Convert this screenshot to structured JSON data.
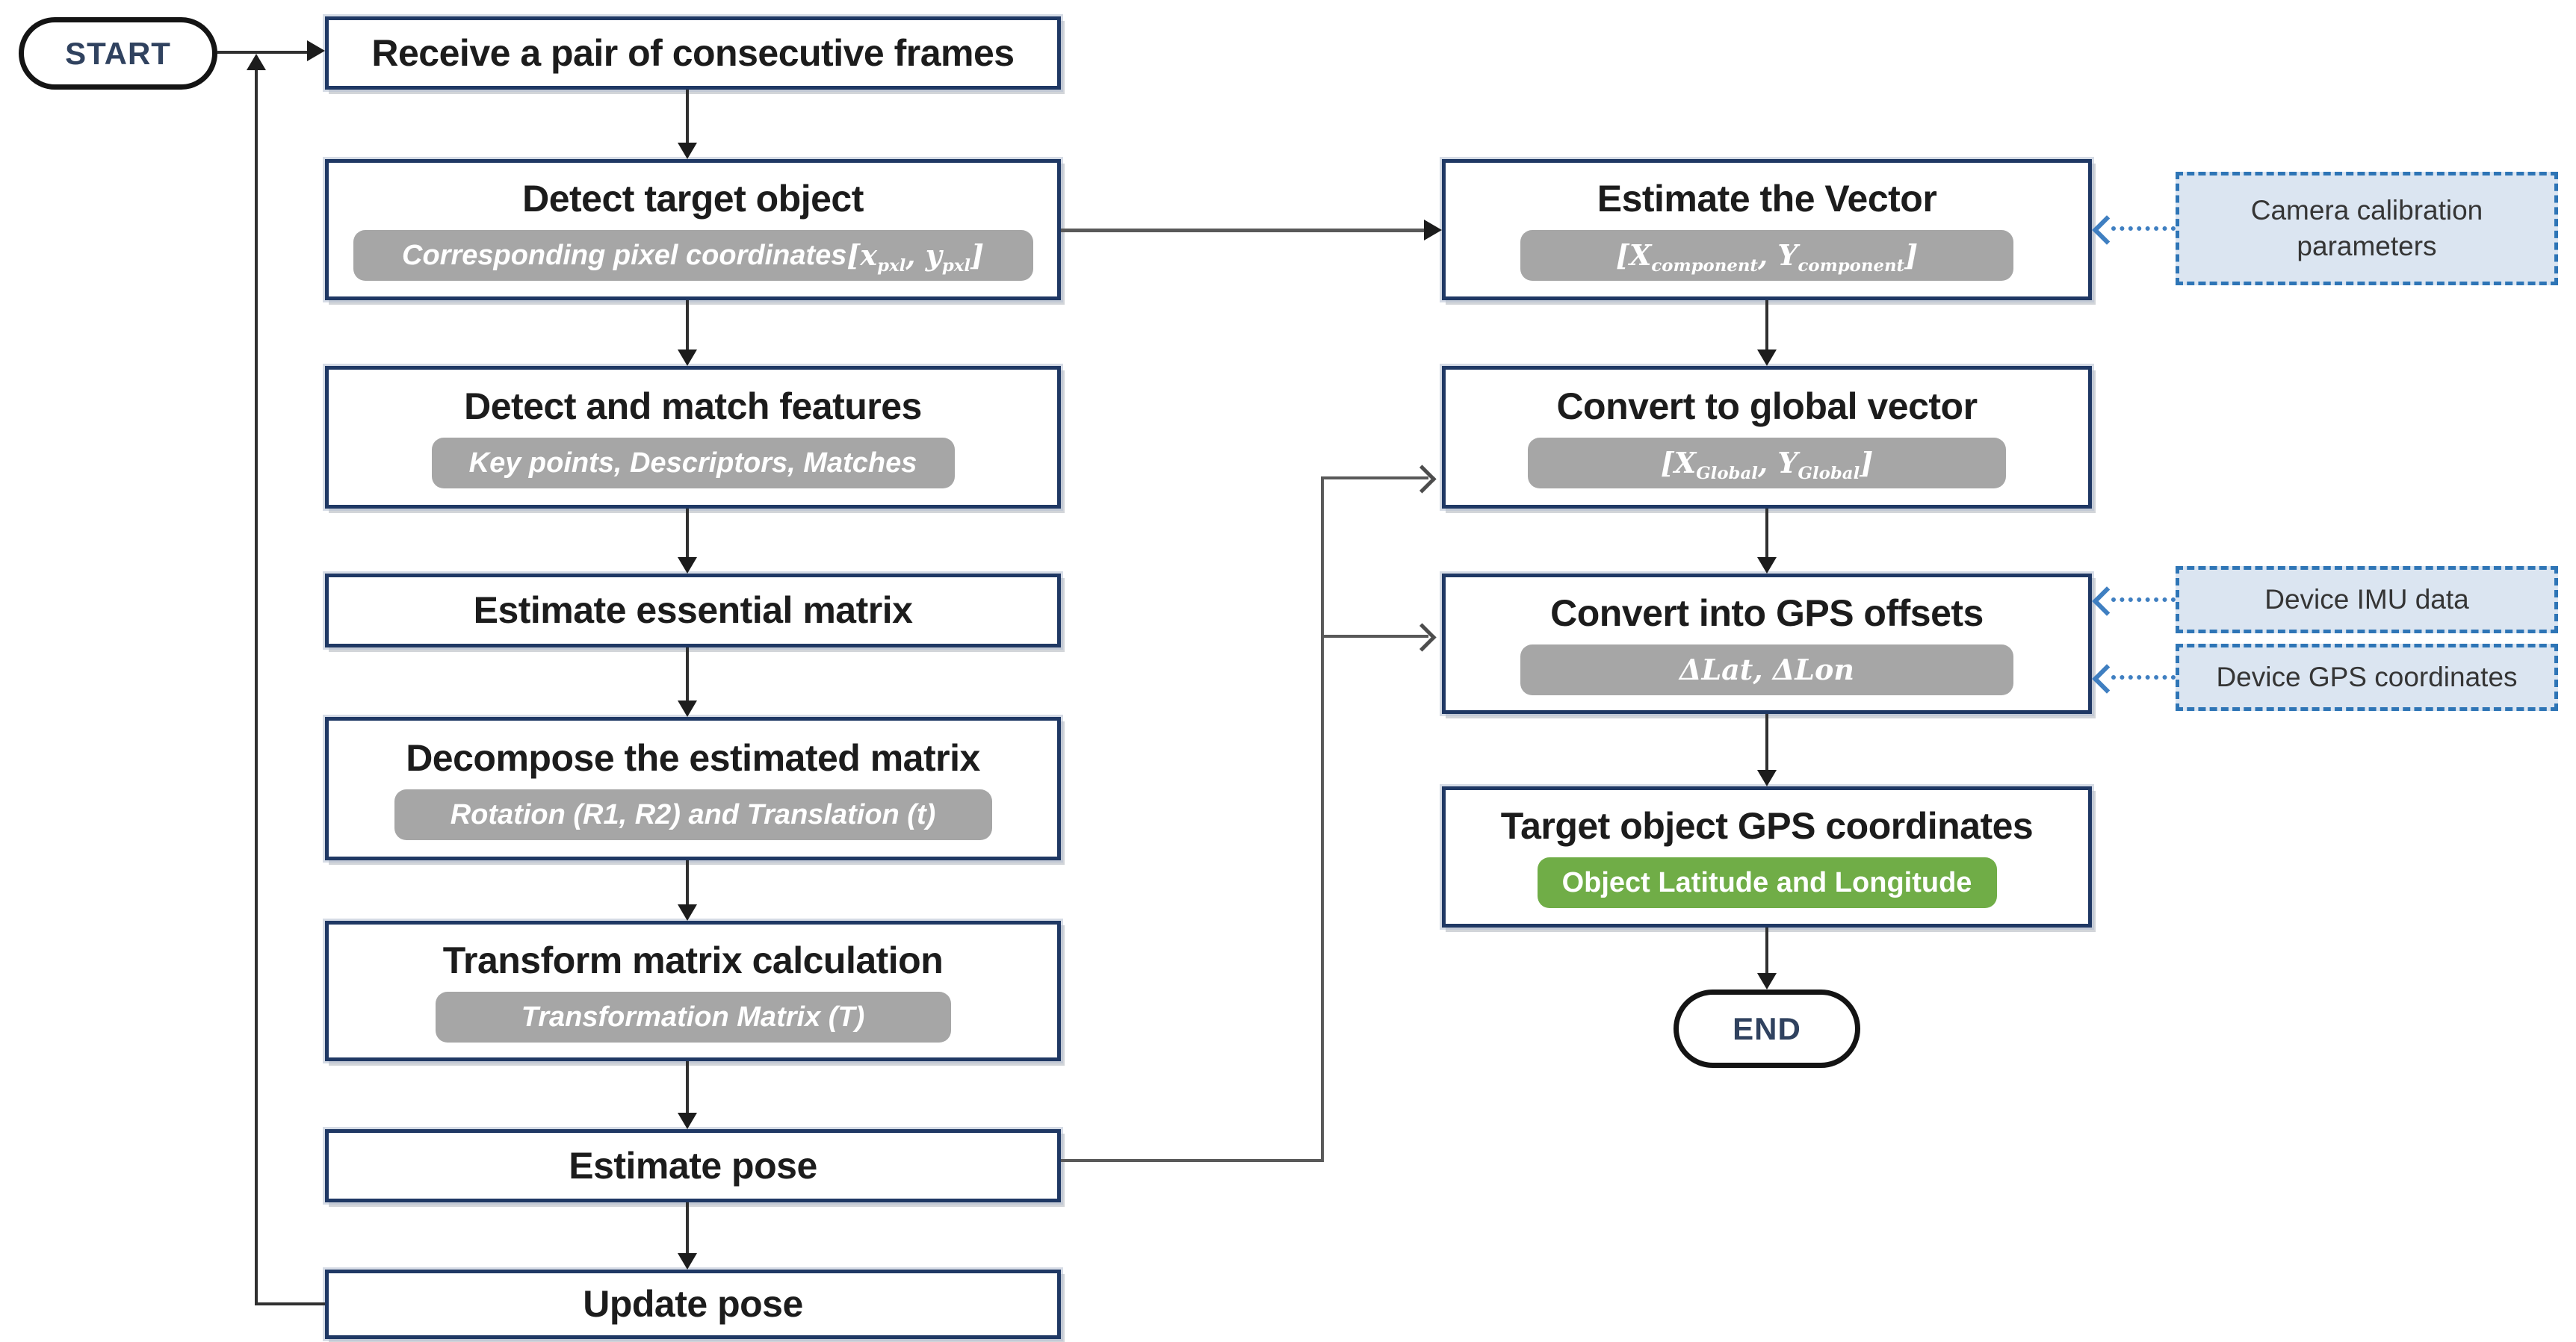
{
  "colors": {
    "node_border": "#1f3864",
    "pill_gray": "#a6a6a6",
    "pill_green": "#70ad47",
    "note_fill": "#dbe5f1",
    "note_border": "#2e75b6",
    "dashed_arrow_blue": "#3f7fc1",
    "connector_dark": "#303030",
    "connector_gray": "#595959",
    "terminal_text": "#30425f"
  },
  "terminals": {
    "start": "START",
    "end": "END"
  },
  "nodes": {
    "receive": {
      "title": "Receive a pair of consecutive frames"
    },
    "detect_target": {
      "title": "Detect target object",
      "pill": "Corresponding pixel coordinates <var>[x<sub>pxl</sub>, y<sub>pxl</sub>]</var>"
    },
    "detect_match": {
      "title": "Detect and match features",
      "pill": "Key points, Descriptors, Matches"
    },
    "essential": {
      "title": "Estimate essential matrix"
    },
    "decompose": {
      "title": "Decompose the estimated matrix",
      "pill": "Rotation (R1, R2) and Translation (t)"
    },
    "transform": {
      "title": "Transform matrix calculation",
      "pill": "Transformation Matrix (T)"
    },
    "estimate_pose": {
      "title": "Estimate pose"
    },
    "update_pose": {
      "title": "Update pose"
    },
    "vector": {
      "title": "Estimate the Vector",
      "pill": "<var>[X<sub>component</sub>, Y<sub>component</sub>]</var>"
    },
    "global_vector": {
      "title": "Convert to global vector",
      "pill": "<var>[X<sub>Global</sub>, Y<sub>Global</sub>]</var>"
    },
    "gps_offsets": {
      "title": "Convert into GPS offsets",
      "pill": "<var>&Delta;Lat, &Delta;Lon</var>"
    },
    "target_gps": {
      "title": "Target object GPS coordinates",
      "pill": "Object Latitude and Longitude"
    }
  },
  "notes": {
    "camera": "Camera calibration parameters",
    "imu": "Device IMU data",
    "gps": "Device GPS coordinates"
  }
}
